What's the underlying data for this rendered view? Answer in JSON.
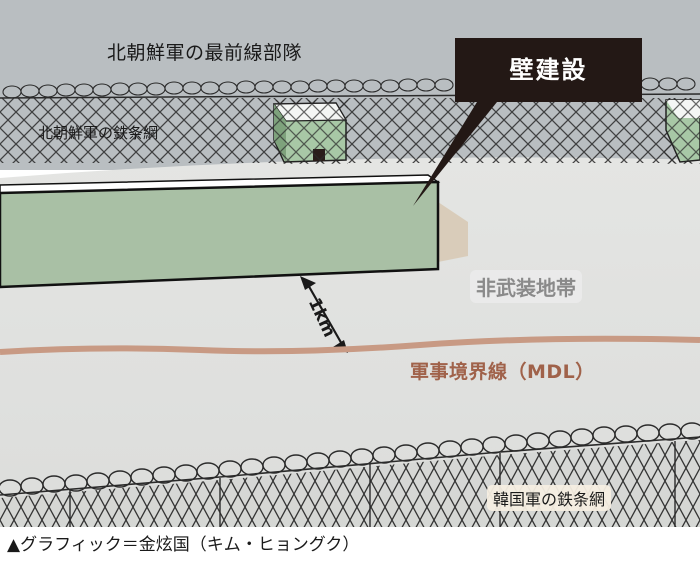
{
  "diagram": {
    "labels": {
      "nk_front_units": "北朝鮮軍の最前線部隊",
      "nk_fence": "北朝鮮軍の鉄条網",
      "wall_construction": "壁建設",
      "dmz": "非武装地帯",
      "distance": "1km",
      "mdl": "軍事境界線（MDL）",
      "sk_fence": "韓国軍の鉄条網"
    },
    "caption": "▲グラフィック＝金炫国（キム・ヒョングク）",
    "colors": {
      "sky": "#b9bec1",
      "ground": "#e2e3e1",
      "wall_front": "#a9c0a5",
      "wall_top": "#ffffff",
      "callout_bg": "#231815",
      "mdl_line": "#c89a84",
      "mdl_text": "#a0624a",
      "dmz_text": "#8a8a8a",
      "fence_wire": "#2b2b2b",
      "guard_post": "#a8c8a6"
    }
  }
}
